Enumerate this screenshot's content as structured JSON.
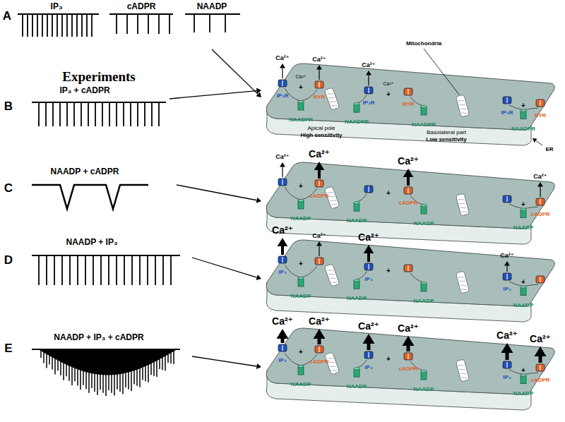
{
  "diagram": {
    "labels": [
      "A",
      "IP₃",
      "cADPR",
      "NAADP",
      "Experiments",
      "B",
      "IP₃ + cADPR",
      "C",
      "NAADP + cADPR",
      "D",
      "NAADP + IP₃",
      "E",
      "NAADP + IP₃ + cADPR",
      "Ca²⁺",
      "Ca²⁺",
      "Ca²⁺",
      "Mitochondria",
      "Ca²⁺",
      "Ca²⁺",
      "+",
      "+",
      "+",
      "IP₃R",
      "RYR",
      "IP₃R",
      "RYR",
      "IP₃R",
      "RYR",
      "NAADPR",
      "NAADPR",
      "NAADPR",
      "NAADPR",
      "Apical pole",
      "High sensitivity",
      "Basolateral part",
      "Low sensitivity",
      "ER",
      "Ca²⁺",
      "Ca²⁺",
      "Ca²⁺",
      "Ca²⁺",
      "+",
      "+",
      "+",
      "cADPR",
      "cADPR",
      "cADPR",
      "NAADP",
      "NAADP",
      "NAADP",
      "NAADP",
      "Ca²⁺",
      "Ca²⁺",
      "Ca²⁺",
      "Ca²⁺",
      "IP₃",
      "IP₃",
      "IP₃",
      "+",
      "+",
      "+",
      "NAADP",
      "NAADP",
      "NAADP",
      "NAADP",
      "Ca²⁺",
      "Ca²⁺",
      "Ca²⁺",
      "Ca²⁺",
      "Ca²⁺",
      "Ca²⁺",
      "+",
      "+",
      "+",
      "IP₃",
      "IP₃",
      "IP₃",
      "cADPR",
      "cADPR",
      "cADPR",
      "NAADP",
      "NAADP",
      "NAADP",
      "NAADP"
    ]
  }
}
